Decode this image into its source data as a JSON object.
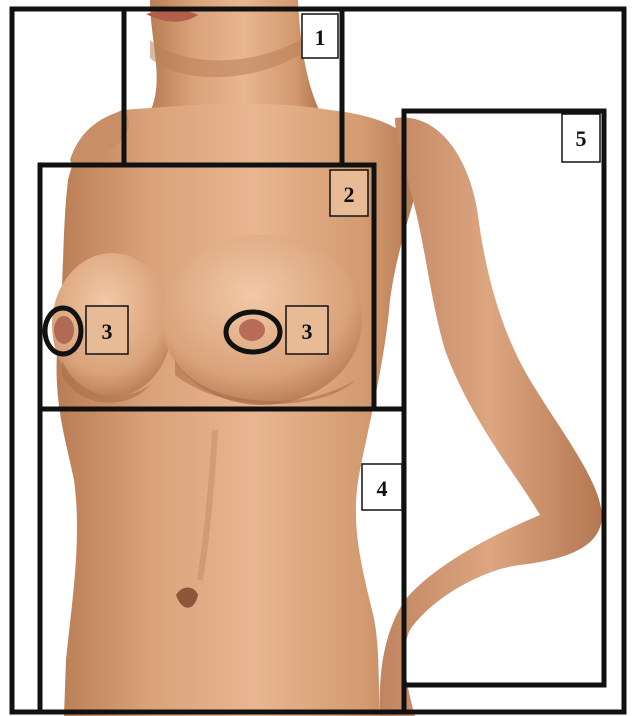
{
  "diagram": {
    "colors": {
      "background": "#ffffff",
      "skin": "#d9a27a",
      "skin_shadow": "#b97d55",
      "skin_highlight": "#f0c6a2",
      "outline": "#111111",
      "label_fill": "#ffffff",
      "label_fill_tinted": "#e7bb95"
    },
    "labels": {
      "region_1": "1",
      "region_2": "2",
      "region_3_right": "3",
      "region_3_left": "3",
      "region_4": "4",
      "region_5": "5"
    }
  }
}
